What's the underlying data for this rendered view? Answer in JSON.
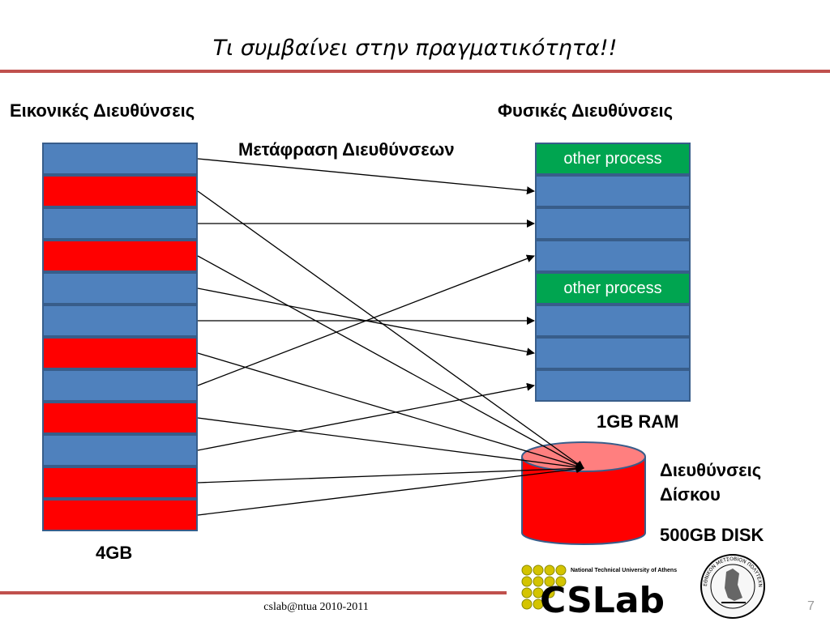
{
  "slide": {
    "title": "Τι συμβαίνει στην πραγματικότητα!!",
    "virtual_header": "Εικονικές Διευθύνσεις",
    "physical_header": "Φυσικές Διευθύνσεις",
    "translation_label": "Μετάφραση Διευθύνσεων",
    "virtual_size": "4GB",
    "ram_label": "1GB RAM",
    "disk_address_label_line1": "Διευθύνσεις",
    "disk_address_label_line2": "Δίσκου",
    "disk_size": "500GB DISK",
    "footer": "cslab@ntua 2010-2011",
    "page_number": "7"
  },
  "colors": {
    "accent_rule": "#c0504d",
    "page_blue": "#4f81bd",
    "page_red": "#ff0000",
    "other_process_green": "#00a550",
    "disk_red": "#ff0000",
    "disk_top": "#ff7f7f"
  },
  "virtual_pages": [
    {
      "state": "ram"
    },
    {
      "state": "disk"
    },
    {
      "state": "ram"
    },
    {
      "state": "disk"
    },
    {
      "state": "ram"
    },
    {
      "state": "ram"
    },
    {
      "state": "disk"
    },
    {
      "state": "ram"
    },
    {
      "state": "disk"
    },
    {
      "state": "ram"
    },
    {
      "state": "disk"
    },
    {
      "state": "disk"
    }
  ],
  "physical_frames": [
    {
      "label": "other process"
    },
    {
      "label": ""
    },
    {
      "label": ""
    },
    {
      "label": ""
    },
    {
      "label": "other process"
    },
    {
      "label": ""
    },
    {
      "label": ""
    },
    {
      "label": ""
    }
  ],
  "mappings": [
    {
      "from": 0,
      "to": "frame",
      "frame": 1
    },
    {
      "from": 1,
      "to": "disk"
    },
    {
      "from": 2,
      "to": "frame",
      "frame": 2
    },
    {
      "from": 3,
      "to": "disk"
    },
    {
      "from": 4,
      "to": "frame",
      "frame": 6
    },
    {
      "from": 5,
      "to": "frame",
      "frame": 5
    },
    {
      "from": 6,
      "to": "disk"
    },
    {
      "from": 7,
      "to": "frame",
      "frame": 3
    },
    {
      "from": 8,
      "to": "disk"
    },
    {
      "from": 9,
      "to": "frame",
      "frame": 7
    },
    {
      "from": 10,
      "to": "disk"
    },
    {
      "from": 11,
      "to": "disk"
    }
  ],
  "logos": {
    "cslab_tagline": "National Technical University of Athens",
    "cslab_wordmark": "CSLab",
    "seal_text": "ΕΘΝΙΚΟΝ ΜΕΤΣΟΒΙΟΝ ΠΟΛΥΤΕΧΝΕΙΟΝ"
  }
}
